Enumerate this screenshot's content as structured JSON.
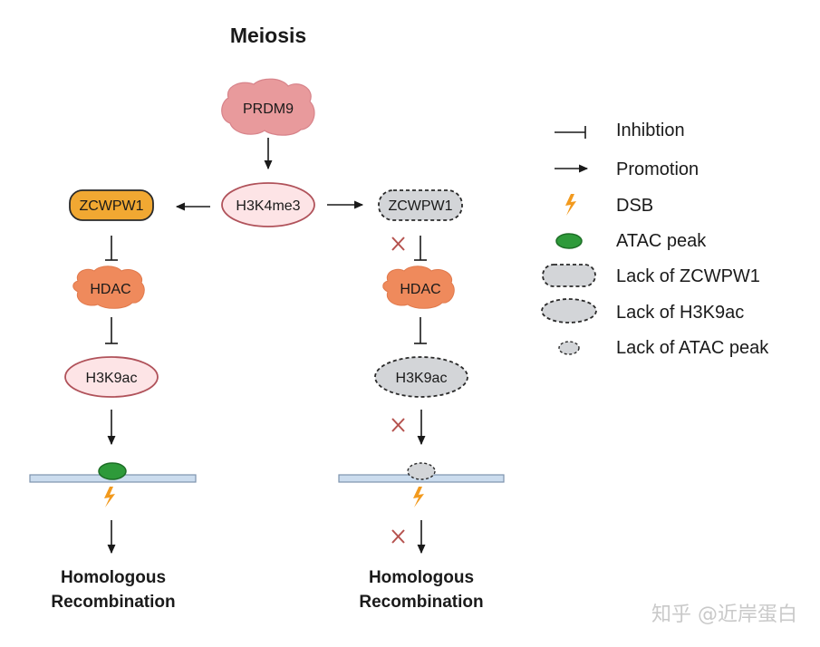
{
  "title": "Meiosis",
  "nodes": {
    "prdm9": "PRDM9",
    "h3k4me3": "H3K4me3",
    "zcwpw1_left": "ZCWPW1",
    "zcwpw1_right": "ZCWPW1",
    "hdac_left": "HDAC",
    "hdac_right": "HDAC",
    "h3k9ac_left": "H3K9ac",
    "h3k9ac_right": "H3K9ac"
  },
  "outcomes": {
    "left_line1": "Homologous",
    "left_line2": "Recombination",
    "right_line1": "Homologous",
    "right_line2": "Recombination"
  },
  "legend": [
    {
      "symbol": "inhibition-icon",
      "label": "Inhibtion"
    },
    {
      "symbol": "arrow-icon",
      "label": "Promotion"
    },
    {
      "symbol": "lightning-icon",
      "label": "DSB"
    },
    {
      "symbol": "green-ellipse-icon",
      "label": "ATAC peak"
    },
    {
      "symbol": "dashed-capsule-icon",
      "label": "Lack of ZCWPW1"
    },
    {
      "symbol": "dashed-ellipse-icon",
      "label": "Lack of H3K9ac"
    },
    {
      "symbol": "small-dashed-ellipse-icon",
      "label": "Lack of ATAC peak"
    }
  ],
  "watermark": "知乎 @近岸蛋白",
  "colors": {
    "prdm9_fill": "#e89a9c",
    "pink_fill": "#fde4e6",
    "pink_stroke": "#b0525a",
    "zcwpw1_fill": "#f1a832",
    "hdac_fill": "#ef8a5c",
    "gray_fill": "#d3d5d8",
    "atac_green": "#2e9a3a",
    "dsb_orange": "#f29a1e",
    "dna_fill": "#cbdcee",
    "dna_stroke": "#7d93ad",
    "cross_red": "#b5524e"
  }
}
